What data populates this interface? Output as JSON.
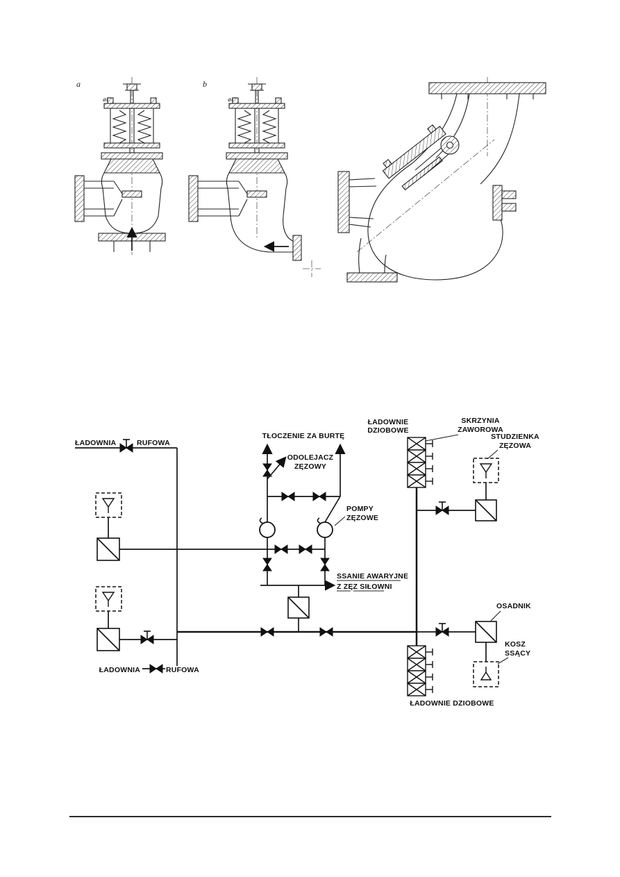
{
  "figures": {
    "label_a": "a",
    "label_b": "b",
    "dim_k_a": "øK",
    "dim_k_b": "øK"
  },
  "schematic": {
    "hold_aft_top_left": "ŁADOWNIA",
    "hold_aft_top_right": "RUFOWA",
    "overboard": "TŁOCZENIE ZA BURTĘ",
    "separator_1": "ODOLEJACZ",
    "separator_2": "ZĘZOWY",
    "holds_fwd_top_1": "ŁADOWNIE",
    "holds_fwd_top_2": "DZIOBOWE",
    "valve_chest_1": "SKRZYNIA",
    "valve_chest_2": "ZAWOROWA",
    "bilge_well_1": "STUDZIENKA",
    "bilge_well_2": "ZĘZOWA",
    "pumps_1": "POMPY",
    "pumps_2": "ZĘZOWE",
    "emergency_1": "SSANIE AWARYJNE",
    "emergency_2": "Z ZĘZ SIŁOWNI",
    "settling_box": "OSADNIK",
    "suction_basket_1": "KOSZ",
    "suction_basket_2": "SSĄCY",
    "hold_aft_bottom_left": "ŁADOWNIA",
    "hold_aft_bottom_right": "RUFOWA",
    "holds_fwd_bottom": "ŁADOWNIE DZIOBOWE"
  }
}
